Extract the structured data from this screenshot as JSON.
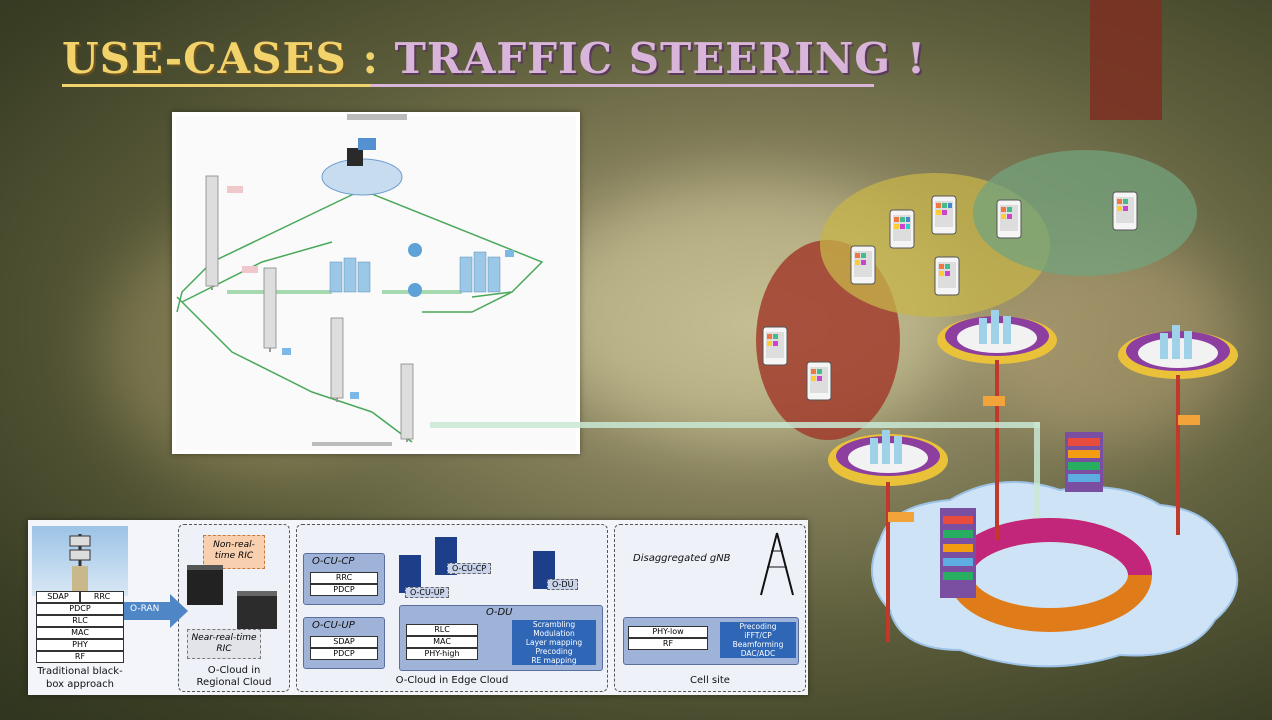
{
  "title": {
    "part1": "USE-CASES",
    "sep": " : ",
    "part2": "TRAFFIC STEERING !"
  },
  "colors": {
    "title_gold": "#f2d26a",
    "title_lilac": "#d9b6d9",
    "bar_blue": "#2f66b5"
  },
  "bottom": {
    "traditional": {
      "stack_row1a": "SDAP",
      "stack_row1b": "RRC",
      "stack": [
        "PDCP",
        "RLC",
        "MAC",
        "PHY",
        "RF"
      ],
      "caption1": "Traditional black-",
      "caption2": "box approach"
    },
    "arrow_label": "O-RAN",
    "regional": {
      "nonrt": "Non-real-time RIC",
      "nearrt": "Near-real-time RIC",
      "caption1": "O-Cloud in",
      "caption2": "Regional Cloud"
    },
    "edge": {
      "cucp_title": "O-CU-CP",
      "cucp_rows": [
        "RRC",
        "PDCP"
      ],
      "cuup_title": "O-CU-UP",
      "cuup_rows": [
        "SDAP",
        "PDCP"
      ],
      "srv_cucp": "O-CU-CP",
      "srv_cuup": "O-CU-UP",
      "srv_du": "O-DU",
      "du_title": "O-DU",
      "du_rows": [
        "RLC",
        "MAC",
        "PHY-high"
      ],
      "du_funcs": [
        "Scrambling",
        "Modulation",
        "Layer mapping",
        "Precoding",
        "RE mapping"
      ],
      "caption": "O-Cloud in Edge Cloud"
    },
    "cell": {
      "title": "Disaggregated gNB",
      "rows": [
        "PHY-low",
        "RF"
      ],
      "funcs": [
        "Precoding",
        "iFFT/CP",
        "Beamforming",
        "DAC/ADC"
      ],
      "caption": "Cell site"
    }
  }
}
